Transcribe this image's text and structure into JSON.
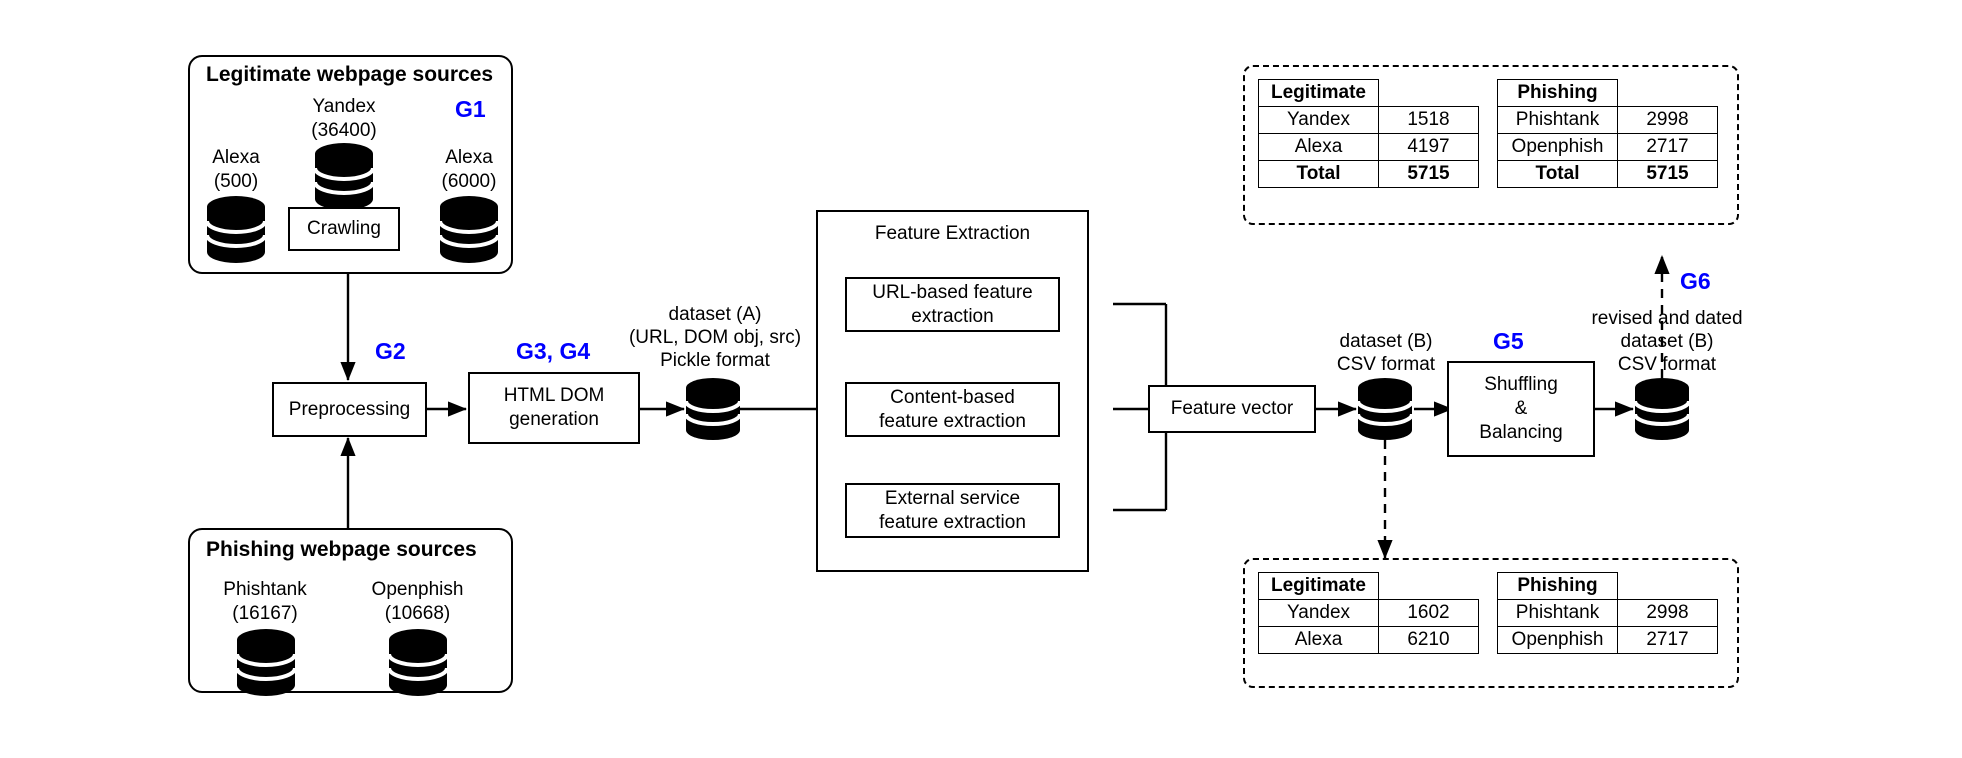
{
  "diagram": {
    "title": "Phishing dataset construction pipeline",
    "accent_color": "#0000ff",
    "line_color": "#000000"
  },
  "legit_sources": {
    "title": "Legitimate webpage sources",
    "group_tag": "G1",
    "alexa_in": {
      "name": "Alexa",
      "count": "(500)"
    },
    "yandex": {
      "name": "Yandex",
      "count": "(36400)"
    },
    "alexa_out": {
      "name": "Alexa",
      "count": "(6000)"
    },
    "crawling_label": "Crawling"
  },
  "phishing_sources": {
    "title": "Phishing webpage sources",
    "phishtank": {
      "name": "Phishtank",
      "count": "(16167)"
    },
    "openphish": {
      "name": "Openphish",
      "count": "(10668)"
    }
  },
  "pipeline": {
    "preprocessing": {
      "label": "Preprocessing",
      "group_tag": "G2"
    },
    "html_dom": {
      "label": "HTML DOM\ngeneration",
      "group_tag": "G3, G4"
    },
    "dataset_a": {
      "caption": "dataset (A)\n(URL, DOM obj, src)\nPickle format"
    },
    "feature_extraction": {
      "title": "Feature Extraction",
      "blocks": [
        {
          "label": "URL-based feature\nextraction"
        },
        {
          "label": "Content-based\nfeature extraction"
        },
        {
          "label": "External service\nfeature extraction"
        }
      ]
    },
    "feature_vector": {
      "label": "Feature vector"
    },
    "dataset_b": {
      "caption": "dataset (B)\nCSV format"
    },
    "shuffling": {
      "label": "Shuffling\n&\nBalancing",
      "group_tag": "G5"
    },
    "dataset_b_revised": {
      "caption": "revised and dated\ndataset (B)\nCSV format",
      "group_tag": "G6"
    }
  },
  "table_top": {
    "legitimate": {
      "header": "Legitimate",
      "rows": [
        {
          "label": "Yandex",
          "value": "1518"
        },
        {
          "label": "Alexa",
          "value": "4197"
        },
        {
          "label": "Total",
          "value": "5715",
          "bold": true
        }
      ]
    },
    "phishing": {
      "header": "Phishing",
      "rows": [
        {
          "label": "Phishtank",
          "value": "2998"
        },
        {
          "label": "Openphish",
          "value": "2717"
        },
        {
          "label": "Total",
          "value": "5715",
          "bold": true
        }
      ]
    }
  },
  "table_bottom": {
    "legitimate": {
      "header": "Legitimate",
      "rows": [
        {
          "label": "Yandex",
          "value": "1602"
        },
        {
          "label": "Alexa",
          "value": "6210"
        }
      ]
    },
    "phishing": {
      "header": "Phishing",
      "rows": [
        {
          "label": "Phishtank",
          "value": "2998"
        },
        {
          "label": "Openphish",
          "value": "2717"
        }
      ]
    }
  }
}
